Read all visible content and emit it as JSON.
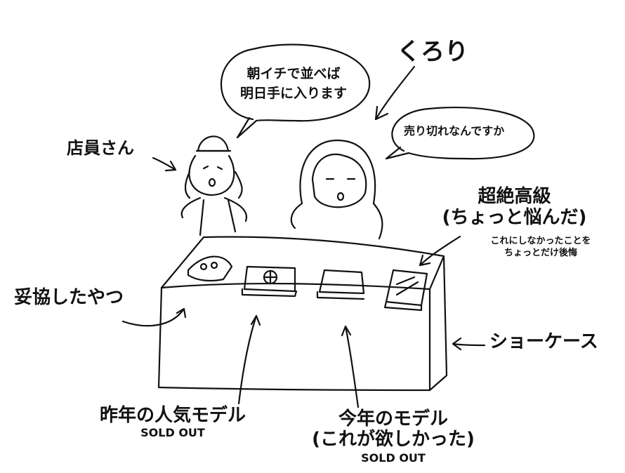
{
  "characters": {
    "kurori": "くろり",
    "clerk": "店員さん"
  },
  "speech": {
    "clerk_line1": "朝イチで並べば",
    "clerk_line2": "明日手に入ります",
    "kurori": "売り切れなんですか"
  },
  "labels": {
    "premium_title": "超絶高級",
    "premium_sub": "(ちょっと悩んだ)",
    "premium_note1": "これにしなかったことを",
    "premium_note2": "ちょっとだけ後悔",
    "compromise": "妥協したやつ",
    "showcase": "ショーケース",
    "last_year": "昨年の人気モデル",
    "last_year_status": "SOLD OUT",
    "this_year": "今年のモデル",
    "this_year_sub": "(これが欲しかった)",
    "this_year_status": "SOLD OUT"
  },
  "colors": {
    "ink": "#111111",
    "paper": "#ffffff"
  }
}
